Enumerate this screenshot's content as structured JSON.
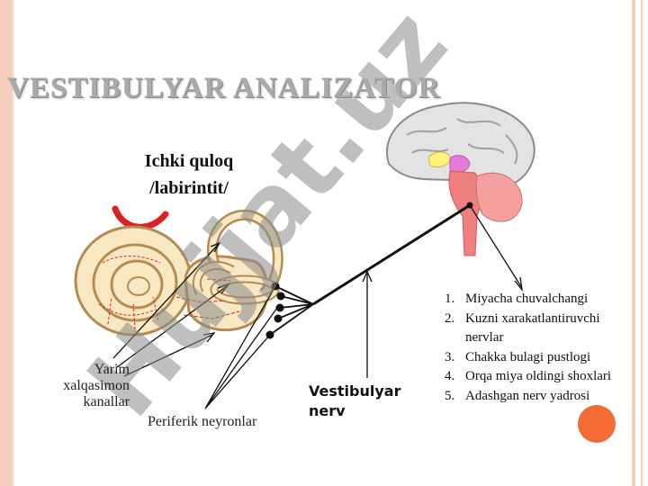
{
  "slide": {
    "title": "VESTIBULYAR ANALIZATOR"
  },
  "labels": {
    "inner_ear_line1": "Ichki quloq",
    "inner_ear_line2": "/labirintit/",
    "semicircular_line1": "Yarim",
    "semicircular_line2": "xalqasimon",
    "semicircular_line3": "kanallar",
    "peripheral_neurons": "Periferik neyronlar",
    "vestibular_nerve_line1": "Vestibulyar",
    "vestibular_nerve_line2": "nerv"
  },
  "targets": [
    {
      "num": "1.",
      "text": "Miyacha chuvalchangi"
    },
    {
      "num": "2.",
      "text": "Kuzni xarakatlantiruvchi nervlar"
    },
    {
      "num": "3.",
      "text": "Chakka bulagi pustlogi"
    },
    {
      "num": "4.",
      "text": "Orqa miya oldingi shoxlari"
    },
    {
      "num": "5.",
      "text": "Adashgan nerv yadrosi"
    }
  ],
  "watermark": "Hujjat.uz",
  "colors": {
    "frame": "#f6cdb9",
    "title": "#aaaaaa",
    "watermark_gray": "#8a8a8a",
    "watermark_pink": "#e889dd",
    "cochlea_fill": "#f7e7c2",
    "cochlea_stroke": "#b58b52",
    "nerve_red": "#e02020",
    "brainstem": "#f08080",
    "thalamus_yellow": "#fff37a",
    "accent_dot": "#f36c36"
  }
}
